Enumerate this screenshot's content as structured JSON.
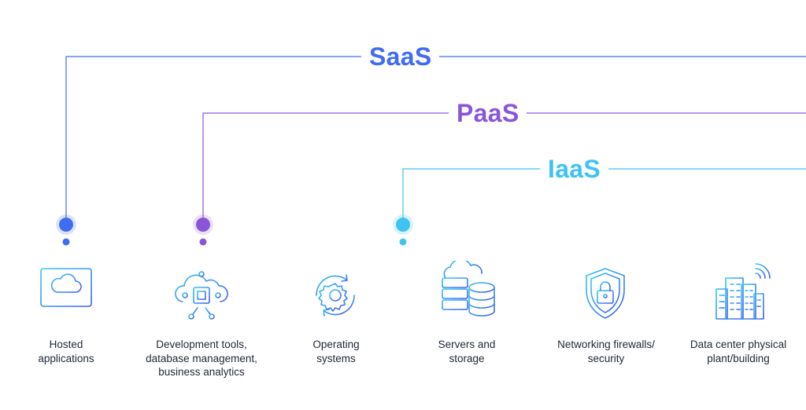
{
  "tiers": [
    {
      "label": "SaaS",
      "color": "#3f6cf0"
    },
    {
      "label": "PaaS",
      "color": "#8a55d8"
    },
    {
      "label": "IaaS",
      "color": "#3fc4ef"
    }
  ],
  "items": [
    {
      "label": "Hosted\napplications",
      "icon": "cloud-monitor-icon"
    },
    {
      "label": "Development tools,\ndatabase management,\nbusiness analytics",
      "icon": "cloud-chip-icon"
    },
    {
      "label": "Operating\nsystems",
      "icon": "gear-cycle-icon"
    },
    {
      "label": "Servers and\nstorage",
      "icon": "server-database-icon"
    },
    {
      "label": "Networking firewalls/\nsecurity",
      "icon": "shield-lock-icon"
    },
    {
      "label": "Data center physical\nplant/building",
      "icon": "building-antenna-icon"
    }
  ]
}
